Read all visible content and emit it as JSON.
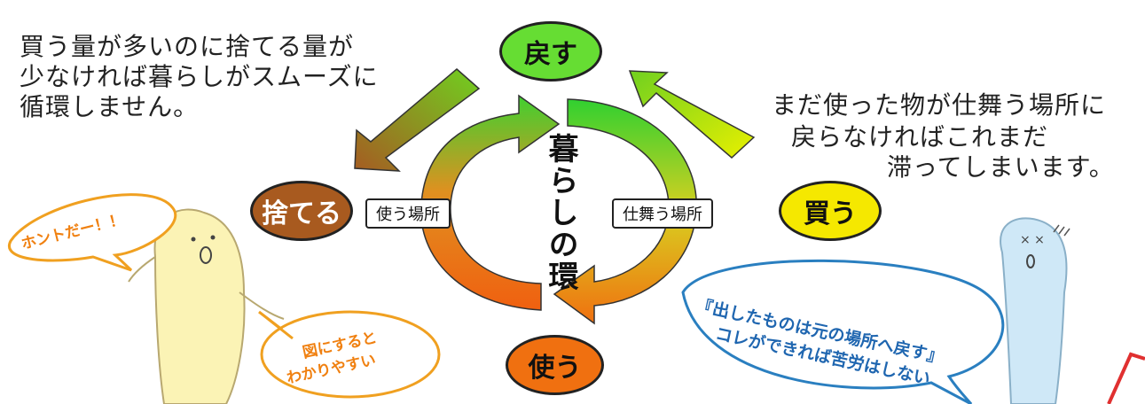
{
  "center_title": "暮らしの環",
  "nodes": {
    "return": "戻す",
    "discard": "捨てる",
    "buy": "買う",
    "use": "使う"
  },
  "labels": {
    "use_place": "使う場所",
    "storage_place": "仕舞う場所"
  },
  "notes": {
    "left": "買う量が多いのに捨てる量が\n少なければ暮らしがスムーズに\n循環しません。",
    "right_line1": "まだ使った物が仕舞う場所に",
    "right_line2": "戻らなければこれまだ",
    "right_line3": "滞ってしまいます。"
  },
  "bubbles": {
    "yellow_top": "ホントだー！！",
    "yellow_bottom_line1": "図にすると",
    "yellow_bottom_line2": "わかりやすい",
    "blue_line1": "『出したものは元の場所へ戻す』",
    "blue_line2": "コレができれば苦労はしない"
  },
  "colors": {
    "return_node": "#66dd33",
    "discard_node": "#a85a1f",
    "buy_node": "#f5e800",
    "use_node": "#f07010",
    "yellow_character": "#fbf3b5",
    "blue_character": "#cfe8f7",
    "orange_bubble_stroke": "#f0a020",
    "blue_bubble_stroke": "#2a7fc0",
    "blue_bubble_text": "#1f66b0"
  }
}
